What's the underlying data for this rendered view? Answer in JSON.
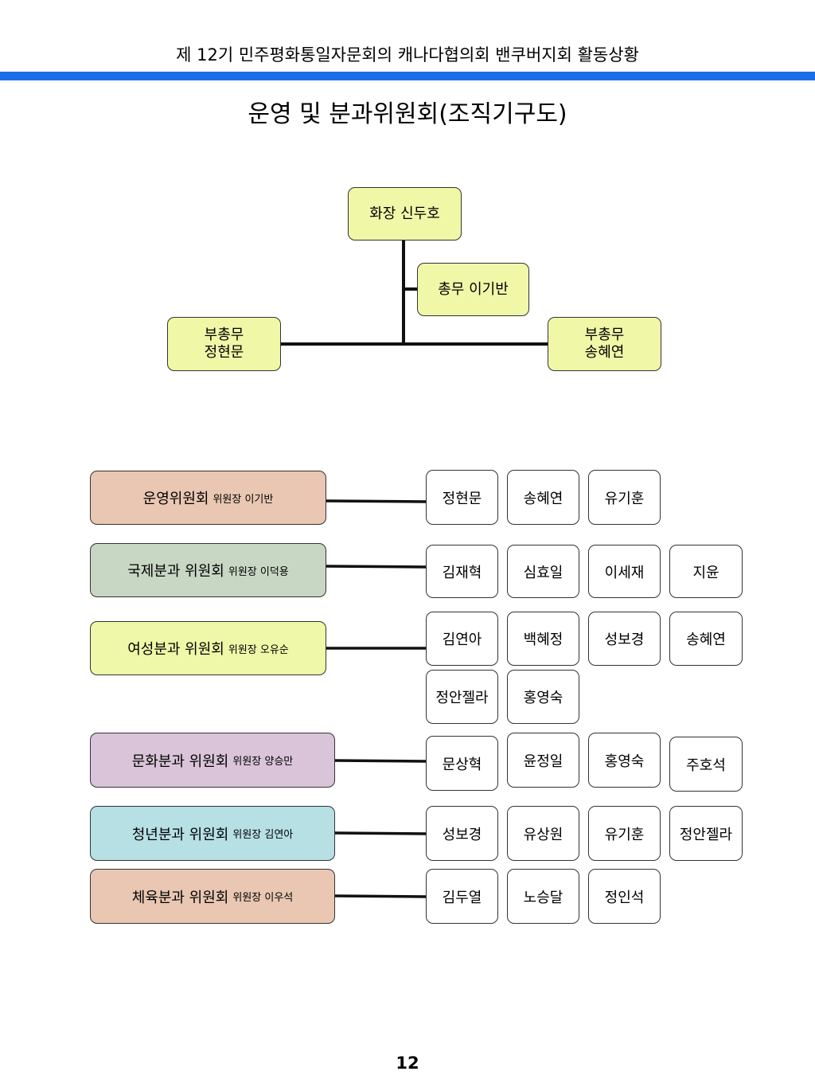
{
  "header": {
    "title": "제 12기 민주평화통일자문회의 캐나다협의회 밴쿠버지회 활동상황",
    "bar_color": "#1a6ee8"
  },
  "document_title": "운영 및 분과위원회(조직기구도)",
  "leadership": {
    "chairman": "화장 신두호",
    "secretary_general": "총무 이기반",
    "vice_secretary_left": {
      "title": "부총무",
      "name": "정현문"
    },
    "vice_secretary_right": {
      "title": "부총무",
      "name": "송혜연"
    },
    "box_color": "#f0f8a8"
  },
  "committees": [
    {
      "name": "운영위원회",
      "chair": "위원장 이기반",
      "color": "#e9c7b2",
      "members": [
        "정현문",
        "송혜연",
        "유기훈"
      ]
    },
    {
      "name": "국제분과 위원회",
      "chair": "위원장 이덕용",
      "color": "#c8d7c4",
      "members": [
        "김재혁",
        "심효일",
        "이세재",
        "지윤"
      ]
    },
    {
      "name": "여성분과 위원회",
      "chair": "위원장 오유순",
      "color": "#eef8a8",
      "members": [
        "김연아",
        "백혜정",
        "성보경",
        "송혜연",
        "정안젤라",
        "홍영숙"
      ]
    },
    {
      "name": "문화분과 위원회",
      "chair": "위원장 양승만",
      "color": "#d9c4d9",
      "members": [
        "문상혁",
        "윤정일",
        "홍영숙",
        "주호석"
      ]
    },
    {
      "name": "청년분과 위원회",
      "chair": "위원장 김연아",
      "color": "#b6e0e4",
      "members": [
        "성보경",
        "유상원",
        "유기훈",
        "정안젤라"
      ]
    },
    {
      "name": "체육분과 위원회",
      "chair": "위원장 이우석",
      "color": "#e9c7b2",
      "members": [
        "김두열",
        "노승달",
        "정인석"
      ]
    }
  ],
  "page_number": "12"
}
